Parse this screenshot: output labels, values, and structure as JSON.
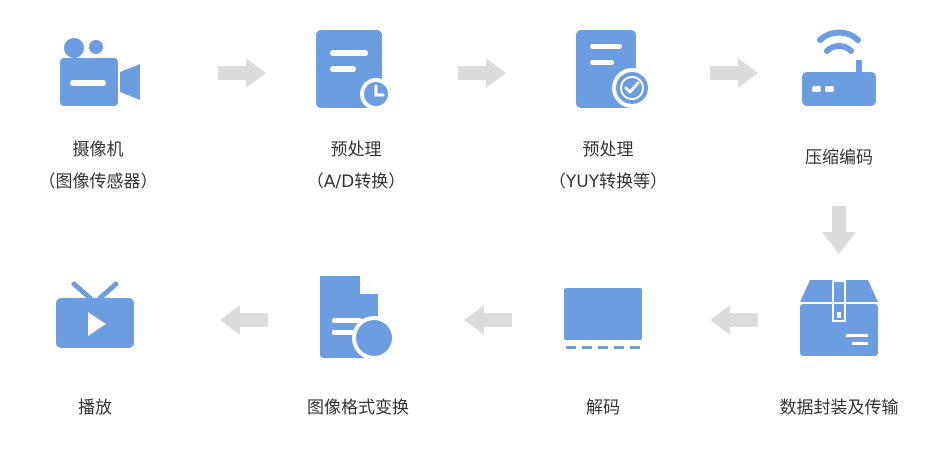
{
  "colors": {
    "icon": "#6B9DE0",
    "arrow": "#DCDCDC",
    "text": "#333333"
  },
  "steps": [
    {
      "id": "camera",
      "icon": "camera-icon",
      "line1": "摄像机",
      "line2": "（图像传感器）"
    },
    {
      "id": "preprocess-ad",
      "icon": "document-clock-icon",
      "line1": "预处理",
      "line2": "（A/D转换）"
    },
    {
      "id": "preprocess-yuy",
      "icon": "document-check-icon",
      "line1": "预处理",
      "line2": "（YUY转换等）"
    },
    {
      "id": "compress",
      "icon": "router-icon",
      "line1": "压缩编码",
      "line2": ""
    },
    {
      "id": "package",
      "icon": "package-box-icon",
      "line1": "数据封装及传输",
      "line2": ""
    },
    {
      "id": "decode",
      "icon": "monitor-icon",
      "line1": "解码",
      "line2": ""
    },
    {
      "id": "format",
      "icon": "file-circle-icon",
      "line1": "图像格式变换",
      "line2": ""
    },
    {
      "id": "play",
      "icon": "tv-play-icon",
      "line1": "播放",
      "line2": ""
    }
  ]
}
